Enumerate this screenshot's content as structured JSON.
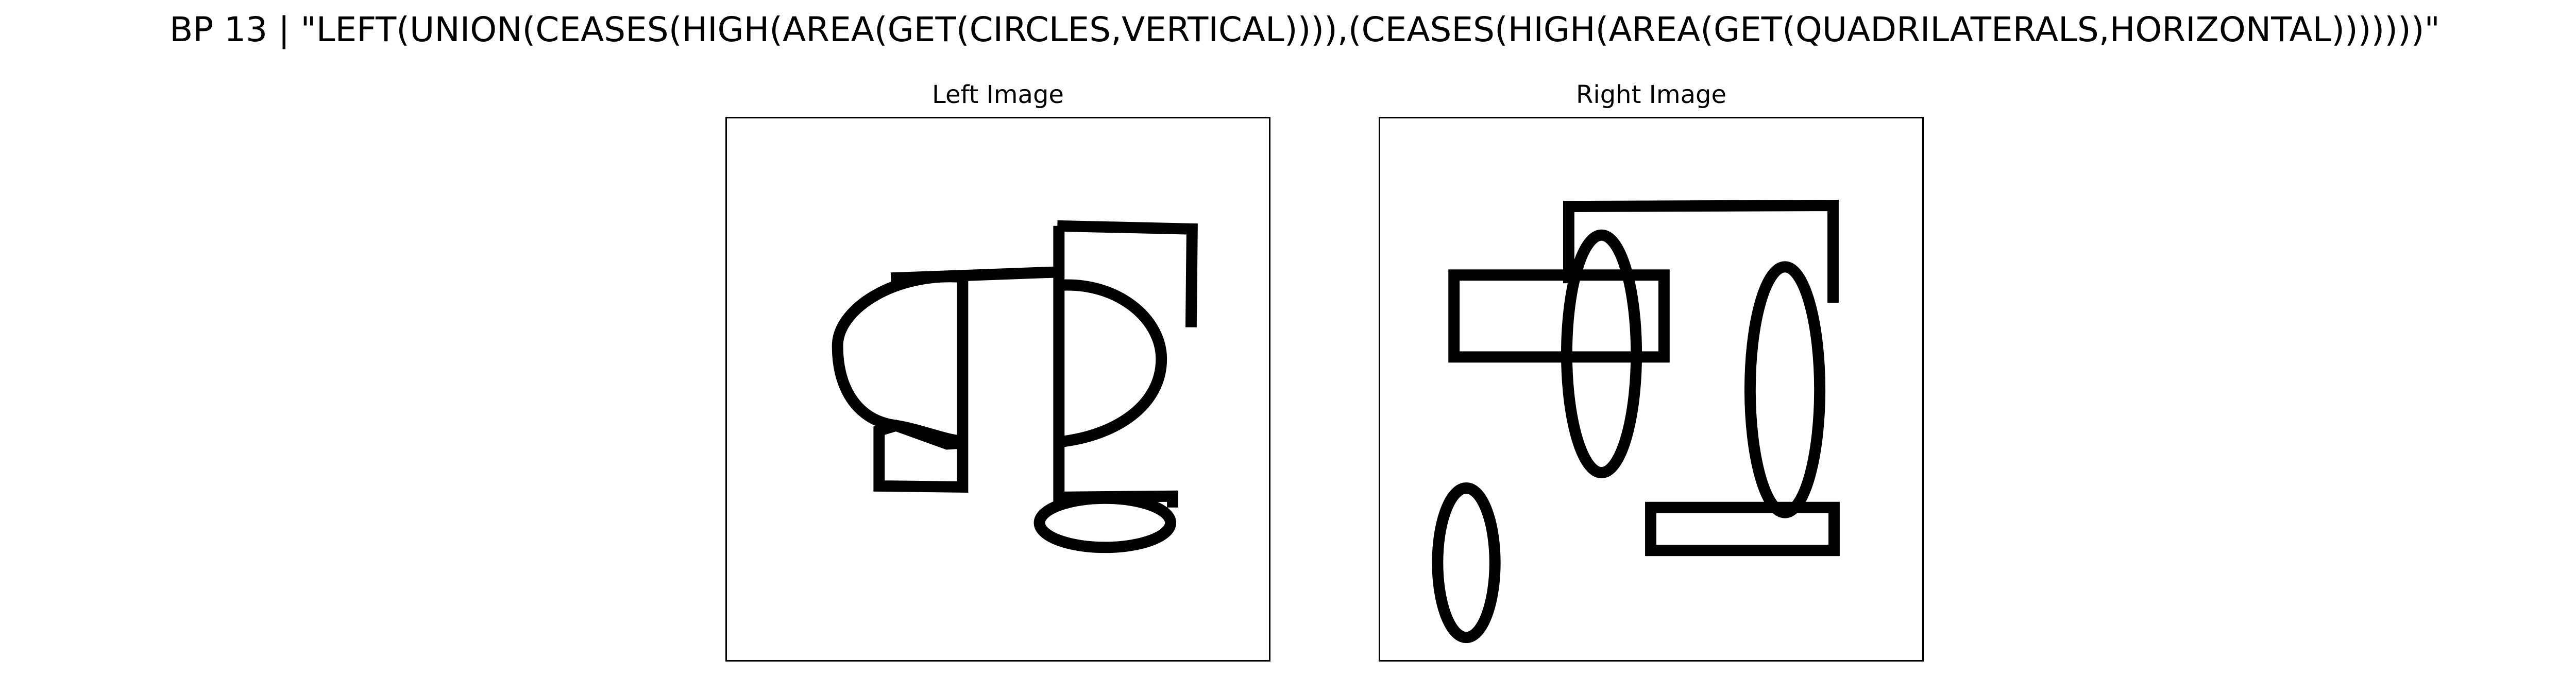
{
  "figure": {
    "title": "BP 13 | \"LEFT(UNION(CEASES(HIGH(AREA(GET(CIRCLES,VERTICAL)))),(CEASES(HIGH(AREA(GET(QUADRILATERALS,HORIZONTAL)))))))\""
  },
  "panels": {
    "left": {
      "title": "Left Image"
    },
    "right": {
      "title": "Right Image"
    }
  },
  "colors": {
    "ink": "#000000",
    "background": "#ffffff"
  }
}
